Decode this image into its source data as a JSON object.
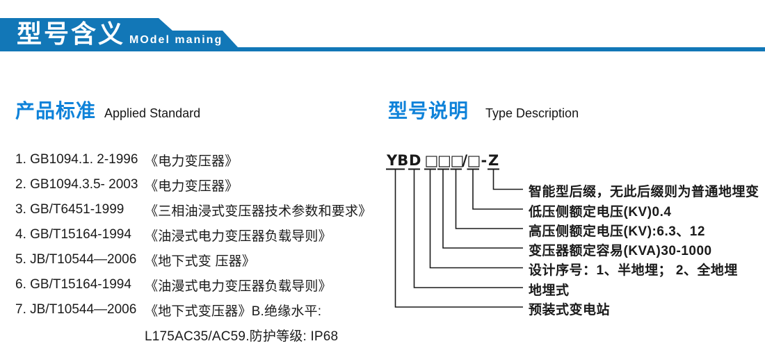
{
  "banner": {
    "title_zh": "型号含义",
    "title_en": "MOdel maning"
  },
  "colors": {
    "banner_blue": "#1277b7",
    "heading_blue": "#0e82d9",
    "text_color": "#1a1a1a",
    "banner_text": "#ffffff"
  },
  "standards": {
    "heading_zh": "产品标准",
    "heading_en": "Applied Standard",
    "items": [
      {
        "code": "1. GB1094.1. 2-1996",
        "desc": "《电力变压器》"
      },
      {
        "code": "2. GB1094.3.5- 2003",
        "desc": "《电力变压器》"
      },
      {
        "code": "3. GB/T6451-1999",
        "desc": "《三相油浸式变压器技术参数和要求》"
      },
      {
        "code": "4. GB/T15164-1994",
        "desc": "《油浸式电力变压器负载导则》"
      },
      {
        "code": "5. JB/T10544—2006",
        "desc": "《地下式变 压器》"
      },
      {
        "code": "6. GB/T15164-1994",
        "desc": "《油漫式电力变压器负载导则》"
      },
      {
        "code": "7. JB/T10544—2006",
        "desc": "《地下式变压器》B.绝缘水平:"
      },
      {
        "code": "",
        "desc": "L175AC35/AC59.防护等级: IP68"
      }
    ]
  },
  "model": {
    "heading_zh": "型号说明",
    "heading_en": "Type Description",
    "segments": [
      "YB",
      "D",
      "□",
      "□",
      "□",
      "/",
      "□",
      "-",
      "Z"
    ],
    "labels": [
      "智能型后缀，无此后缀则为普通地埋变",
      "低压侧额定电压(KV)0.4",
      "高压侧额定电压(KV):6.3、12",
      "变压器额定容易(KVA)30-1000",
      "设计序号：1、半地埋； 2、全地埋",
      "地埋式",
      "预装式变电站"
    ]
  }
}
